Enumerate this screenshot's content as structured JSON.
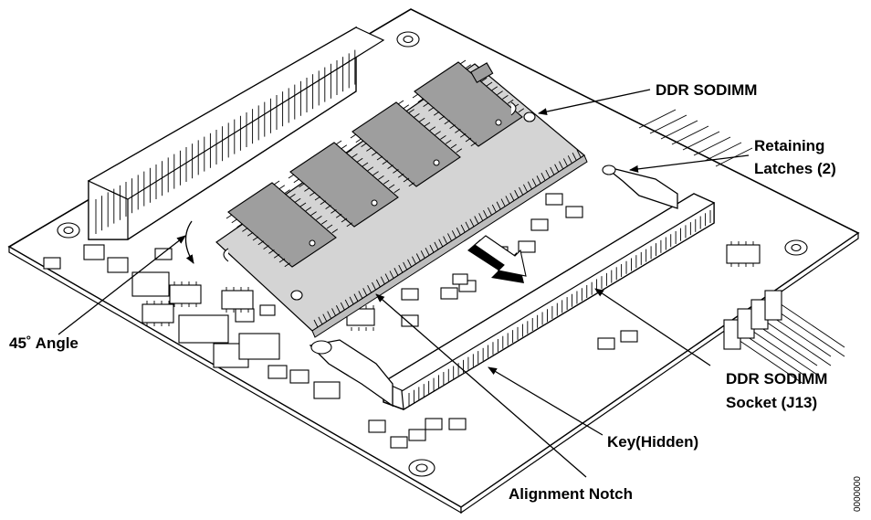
{
  "labels": {
    "ddr_sodimm": "DDR SODIMM",
    "retaining_latches_line1": "Retaining",
    "retaining_latches_line2": "Latches (2)",
    "angle": "45˚ Angle",
    "socket_line1": "DDR SODIMM",
    "socket_line2": "Socket (J13)",
    "key": "Key(Hidden)",
    "alignment_notch": "Alignment Notch"
  },
  "margin_code": "0000000"
}
